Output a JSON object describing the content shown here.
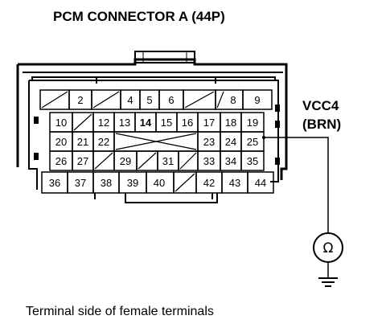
{
  "title": "PCM CONNECTOR A (44P)",
  "signal_name": "VCC4",
  "wire_color": "(BRN)",
  "caption": "Terminal side of female terminals",
  "meter_symbol": "Ω",
  "pins": {
    "p2": "2",
    "p4": "4",
    "p5": "5",
    "p6": "6",
    "p8": "8",
    "p9": "9",
    "p10": "10",
    "p12": "12",
    "p13": "13",
    "p14": "14",
    "p15": "15",
    "p16": "16",
    "p17": "17",
    "p18": "18",
    "p19": "19",
    "p20": "20",
    "p21": "21",
    "p22": "22",
    "p23": "23",
    "p24": "24",
    "p25": "25",
    "p26": "26",
    "p27": "27",
    "p29": "29",
    "p31": "31",
    "p33": "33",
    "p34": "34",
    "p35": "35",
    "p36": "36",
    "p37": "37",
    "p38": "38",
    "p39": "39",
    "p40": "40",
    "p42": "42",
    "p43": "43",
    "p44": "44"
  }
}
